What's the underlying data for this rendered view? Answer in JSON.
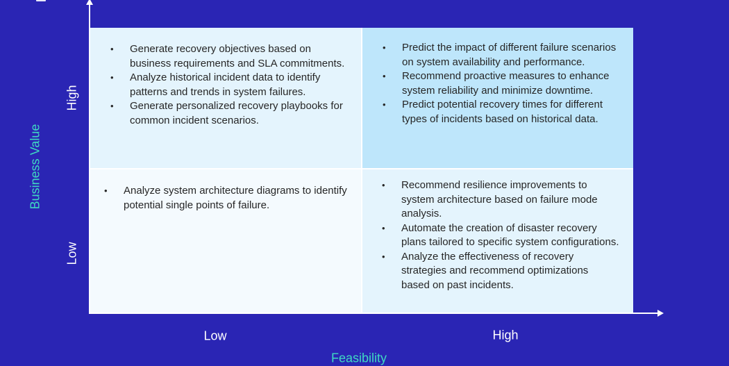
{
  "diagram": {
    "type": "2x2 priority matrix",
    "colors": {
      "background": "#2A25B4",
      "axis_title": "#3FD9C2",
      "axis_tick": "#FFFFFF",
      "quadrant_top_left": "#E4F4FD",
      "quadrant_top_right": "#BEE6FB",
      "quadrant_bottom_left": "#F4FAFE",
      "quadrant_bottom_right": "#E4F4FD"
    },
    "y_axis": {
      "title": "Business Value",
      "high": "High",
      "low": "Low"
    },
    "x_axis": {
      "title": "Feasibility",
      "low": "Low",
      "high": "High"
    },
    "bullet": "•",
    "quadrants": {
      "top_left": {
        "items": [
          "Generate recovery objectives based on business requirements and SLA commitments.",
          "Analyze historical incident data to identify patterns and trends in system failures.",
          "Generate personalized recovery playbooks for common incident scenarios."
        ]
      },
      "top_right": {
        "items": [
          "Predict the impact of different failure scenarios on system availability and performance.",
          "Recommend proactive measures to enhance system reliability and minimize downtime.",
          "Predict potential recovery times for different types of incidents based on historical data."
        ]
      },
      "bottom_left": {
        "items": [
          "Analyze system architecture diagrams to identify potential single points of failure."
        ]
      },
      "bottom_right": {
        "items": [
          "Recommend resilience improvements to system architecture based on failure mode analysis.",
          "Automate the creation of disaster recovery plans tailored to specific system configurations.",
          "Analyze the effectiveness of recovery strategies and recommend optimizations based on past incidents."
        ]
      }
    }
  }
}
